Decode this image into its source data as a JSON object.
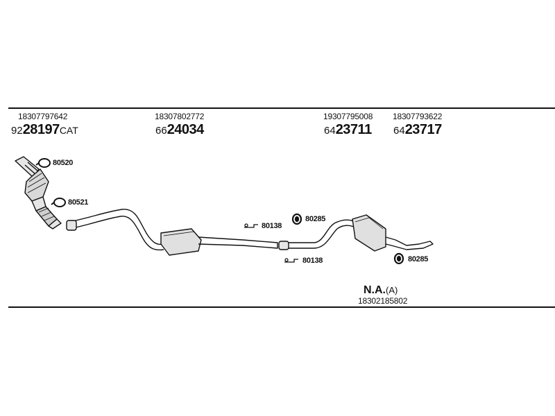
{
  "parts": [
    {
      "part_number": "18307797642",
      "ref_prefix": "92",
      "ref_bold": "28197",
      "ref_suffix": "CAT"
    },
    {
      "part_number": "18307802772",
      "ref_prefix": "66",
      "ref_bold": "24034",
      "ref_suffix": ""
    },
    {
      "part_number": "19307795008",
      "ref_prefix": "64",
      "ref_bold": "23711",
      "ref_suffix": ""
    },
    {
      "part_number": "18307793622",
      "ref_prefix": "64",
      "ref_bold": "23717",
      "ref_suffix": ""
    }
  ],
  "accessories": {
    "clamp_top": "80520",
    "clamp_lower": "80521",
    "bracket_mid": "80138",
    "bracket_low": "80138",
    "hanger_top": "80285",
    "hanger_low": "80285"
  },
  "na_note": {
    "bold": "N.A.",
    "suffix": "(A)",
    "part_number": "18302185802"
  }
}
